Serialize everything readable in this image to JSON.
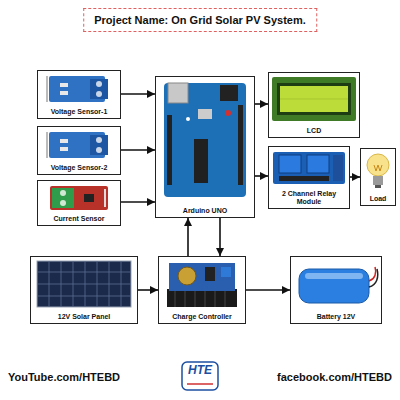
{
  "diagram": {
    "title": "Project Name: On Grid Solar PV System.",
    "nodes": [
      {
        "text": [
          "Voltage Sensor-1"
        ]
      },
      {
        "text": [
          "Arduino UNO"
        ]
      },
      {
        "text": [
          "LCD"
        ]
      },
      {
        "text": [
          "Voltage Sensor-2"
        ]
      },
      {
        "text": [
          "2 Channel Relay Module"
        ]
      },
      {
        "text": [
          "Load"
        ]
      },
      {
        "text": [
          "Current Sensor"
        ]
      },
      {
        "text": [
          "12V Solar Panel"
        ]
      },
      {
        "text": [
          "Charge Controller"
        ]
      },
      {
        "text": [
          "Battery 12V"
        ]
      }
    ],
    "edges": [
      {
        "from": 0,
        "to": 1,
        "arrow": "to"
      },
      {
        "from": 3,
        "to": 1,
        "arrow": "to"
      },
      {
        "from": 6,
        "to": 1,
        "arrow": "to"
      },
      {
        "from": 1,
        "to": 2,
        "arrow": "to"
      },
      {
        "from": 1,
        "to": 4,
        "arrow": "to"
      },
      {
        "from": 4,
        "to": 5,
        "arrow": "to"
      },
      {
        "from": 7,
        "to": 8,
        "arrow": "to"
      },
      {
        "from": 8,
        "to": 9,
        "arrow": "to"
      },
      {
        "from": 8,
        "to": 1,
        "arrow": "to"
      },
      {
        "from": 1,
        "to": 8,
        "arrow": "to"
      }
    ],
    "labels": [
      "YouTube.com/HTEBD",
      "HTE",
      "facebook.com/HTEBD"
    ]
  }
}
